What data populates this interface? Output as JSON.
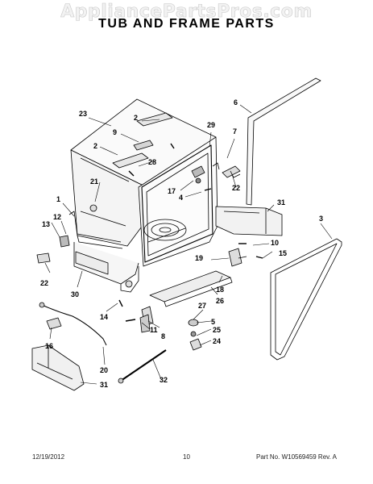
{
  "watermark": "AppliancePartsPros.com",
  "title": "TUB AND FRAME PARTS",
  "footer": {
    "date": "12/19/2012",
    "page": "10",
    "part_no": "Part No. W10569459  Rev. A"
  },
  "callouts": [
    "1",
    "2",
    "2",
    "3",
    "4",
    "5",
    "6",
    "7",
    "8",
    "9",
    "10",
    "11",
    "12",
    "13",
    "14",
    "15",
    "16",
    "17",
    "18",
    "19",
    "20",
    "21",
    "22",
    "22",
    "22",
    "23",
    "24",
    "25",
    "26",
    "27",
    "28",
    "29",
    "30",
    "31",
    "31",
    "32"
  ]
}
